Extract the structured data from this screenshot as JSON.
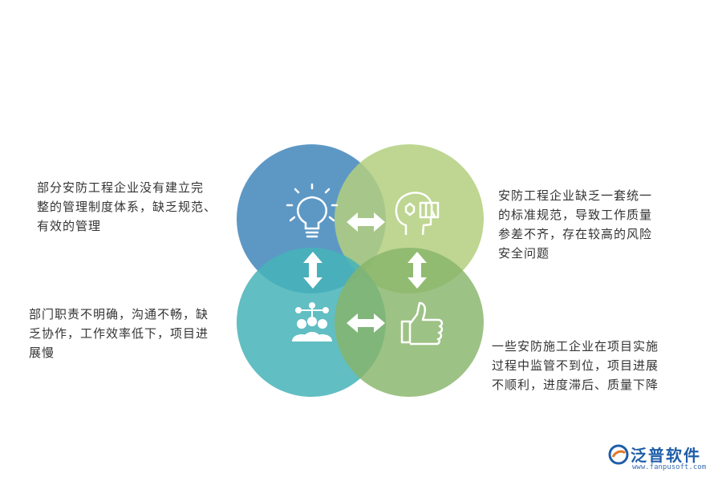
{
  "quadrants": {
    "top_left": {
      "lines": [
        "部分安防工程企业没有建立完",
        "整的管理制度体系，缺乏规范、",
        "有效的管理"
      ],
      "icon": "lightbulb-icon",
      "color": "#4f8fc0"
    },
    "top_right": {
      "lines": [
        "安防工程企业缺乏一套统一",
        "的标准规范，导致工作质量",
        "参差不齐，存在较高的风险",
        "安全问题"
      ],
      "icon": "head-gear-icon",
      "color": "#b3cf7e"
    },
    "bottom_left": {
      "lines": [
        "部门职责不明确，沟通不畅，缺",
        "乏协作，工作效率低下，项目进",
        "展慢"
      ],
      "icon": "team-network-icon",
      "color": "#45b3b8"
    },
    "bottom_right": {
      "lines": [
        "一些安防施工企业在项目实施",
        "过程中监管不到位，项目进展",
        "不顺利，进度滞后、质量下降"
      ],
      "icon": "thumbs-up-icon",
      "color": "#88b46a"
    }
  },
  "logo": {
    "name": "泛普软件",
    "url": "www.fanpusoft.com",
    "color": "#1f5ea8"
  }
}
